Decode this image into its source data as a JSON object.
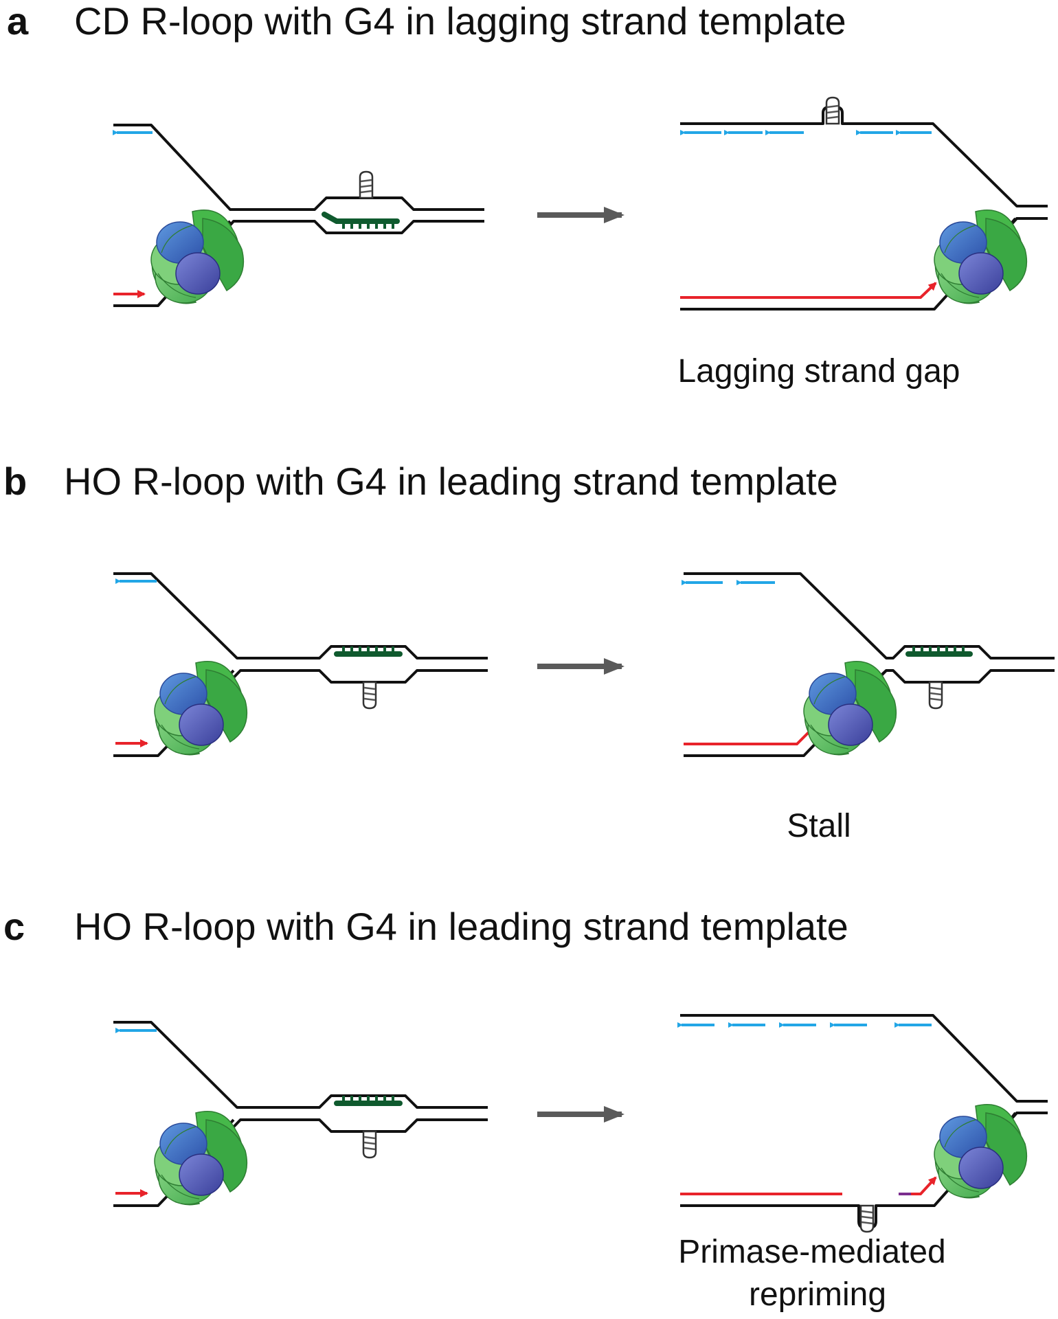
{
  "panels": [
    {
      "letter": "a",
      "title": "CD R-loop with G4 in lagging strand template",
      "caption": [
        "Lagging strand gap"
      ]
    },
    {
      "letter": "b",
      "title": "HO R-loop with G4 in leading strand template",
      "caption": [
        "Stall"
      ]
    },
    {
      "letter": "c",
      "title": "HO R-loop with G4 in leading strand template",
      "caption": [
        "Primase-mediated",
        "repriming"
      ]
    }
  ],
  "colors": {
    "dna": "#111111",
    "rna": "#0f5a2e",
    "lagging_strand": "#22a6e6",
    "leading_strand": "#e8232a",
    "primer": "#7b2d8e",
    "process_arrow": "#5a5a5a",
    "helicase_green": "#5cc25a",
    "helicase_blue": "#3f6fc8",
    "helicase_purple": "#5a5fb5"
  },
  "icons": [
    "replisome-icon",
    "g-quadruplex-icon",
    "process-arrow-icon"
  ]
}
